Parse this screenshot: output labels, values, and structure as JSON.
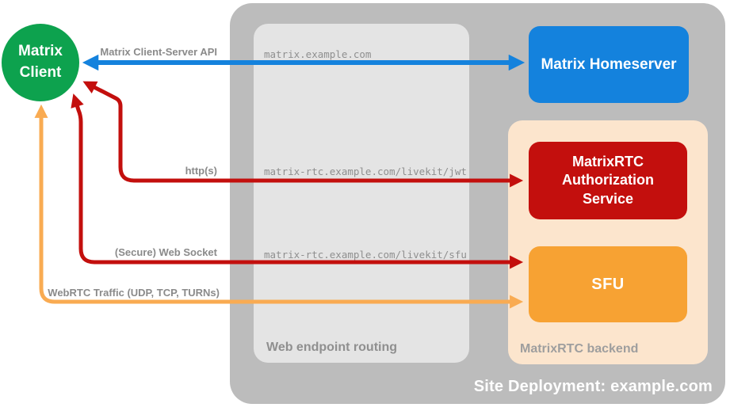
{
  "diagram": {
    "colors": {
      "site_bg": "#bcbcbc",
      "routing_bg": "#e4e4e4",
      "backend_bg": "#fce5cd",
      "client": "#0da24e",
      "homeserver": "#1482dd",
      "auth": "#c30f0d",
      "sfu": "#f7a233",
      "arrow_blue": "#1482dd",
      "arrow_red": "#c30f0d",
      "arrow_orange": "#f9ab52"
    },
    "containers": {
      "site": {
        "label": "Site Deployment: example.com"
      },
      "routing": {
        "label": "Web endpoint routing"
      },
      "backend": {
        "label": "MatrixRTC backend"
      }
    },
    "nodes": {
      "client": {
        "label": "Matrix Client"
      },
      "homeserver": {
        "label": "Matrix Homeserver"
      },
      "auth": {
        "label": "MatrixRTC Authorization Service"
      },
      "sfu": {
        "label": "SFU"
      }
    },
    "endpoints": [
      "matrix.example.com",
      "matrix-rtc.example.com/livekit/jwt",
      "matrix-rtc.example.com/livekit/sfu"
    ],
    "arrows": [
      {
        "label": "Matrix Client-Server API",
        "from": "Matrix Client",
        "to": "Matrix Homeserver",
        "via": "matrix.example.com"
      },
      {
        "label": "http(s)",
        "from": "Matrix Client",
        "to": "MatrixRTC Authorization Service",
        "via": "matrix-rtc.example.com/livekit/jwt"
      },
      {
        "label": "(Secure) Web Socket",
        "from": "Matrix Client",
        "to": "SFU",
        "via": "matrix-rtc.example.com/livekit/sfu"
      },
      {
        "label": "WebRTC Traffic (UDP, TCP, TURNs)",
        "from": "Matrix Client",
        "to": "SFU"
      }
    ]
  }
}
